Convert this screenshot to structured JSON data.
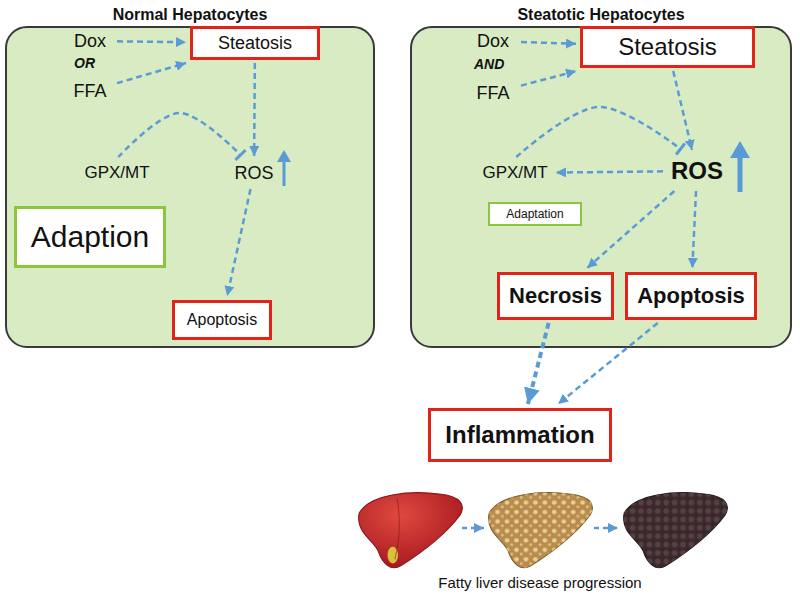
{
  "diagram": {
    "caption": "Fatty liver disease progression",
    "nodes": [
      {
        "text": [
          "Normal Hepatocytes"
        ]
      },
      {
        "text": [
          "Dox"
        ],
        "in": 0
      },
      {
        "text": [
          "FFA"
        ],
        "in": 0
      },
      {
        "text": [
          "Steatosis"
        ],
        "in": 0
      },
      {
        "text": [
          "GPX/MT"
        ],
        "in": 0
      },
      {
        "text": [
          "ROS"
        ],
        "in": 0
      },
      {
        "text": [
          "Adaption"
        ],
        "in": 0
      },
      {
        "text": [
          "Apoptosis"
        ],
        "in": 0
      },
      {
        "text": [
          "Steatotic Hepatocytes"
        ]
      },
      {
        "text": [
          "Dox"
        ],
        "in": 8
      },
      {
        "text": [
          "FFA"
        ],
        "in": 8
      },
      {
        "text": [
          "Steatosis"
        ],
        "in": 8
      },
      {
        "text": [
          "GPX/MT"
        ],
        "in": 8
      },
      {
        "text": [
          "ROS"
        ],
        "in": 8
      },
      {
        "text": [
          "Adaptation"
        ],
        "in": 8
      },
      {
        "text": [
          "Necrosis"
        ],
        "in": 8
      },
      {
        "text": [
          "Apoptosis"
        ],
        "in": 8
      },
      {
        "text": [
          "Inflammation"
        ]
      }
    ],
    "edges": [
      {
        "from": 1,
        "to": 3,
        "arrow": "to"
      },
      {
        "from": 2,
        "to": 3,
        "arrow": "to"
      },
      {
        "from": 3,
        "to": 5,
        "arrow": "to"
      },
      {
        "from": 4,
        "to": 5,
        "arrow": "to"
      },
      {
        "from": 5,
        "to": 7,
        "arrow": "to"
      },
      {
        "from": 9,
        "to": 11,
        "arrow": "to"
      },
      {
        "from": 10,
        "to": 11,
        "arrow": "to"
      },
      {
        "from": 11,
        "to": 13,
        "arrow": "to"
      },
      {
        "from": 12,
        "to": 13,
        "arrow": "to"
      },
      {
        "from": 13,
        "to": 12,
        "arrow": "to"
      },
      {
        "from": 13,
        "to": 15,
        "arrow": "to"
      },
      {
        "from": 13,
        "to": 16,
        "arrow": "to"
      },
      {
        "from": 15,
        "to": 17,
        "arrow": "to"
      },
      {
        "from": 16,
        "to": 17,
        "arrow": "to"
      }
    ],
    "labels": [
      "OR",
      "AND"
    ]
  }
}
